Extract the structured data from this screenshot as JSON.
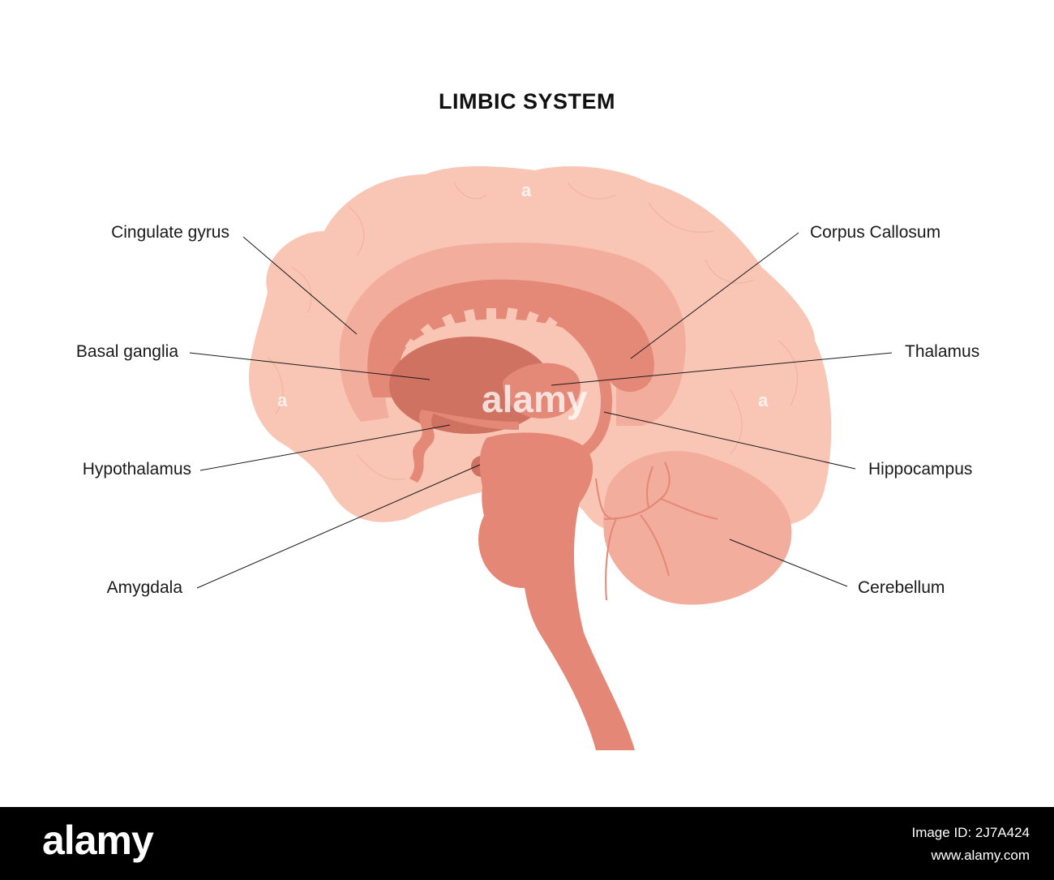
{
  "title": "LIMBIC SYSTEM",
  "labels": {
    "cingulate_gyrus": "Cingulate gyrus",
    "basal_ganglia": "Basal ganglia",
    "hypothalamus": "Hypothalamus",
    "amygdala": "Amygdala",
    "corpus_callosum": "Corpus Callosum",
    "thalamus": "Thalamus",
    "hippocampus": "Hippocampus",
    "cerebellum": "Cerebellum"
  },
  "watermark": {
    "text": "alamy",
    "small": "a"
  },
  "footer": {
    "logo": "alamy",
    "image_id_line": "Image ID: 2J7A424",
    "site": "www.alamy.com"
  },
  "colors": {
    "cortex": "#f9c6b5",
    "inner_band": "#f3ad9c",
    "limbic": "#e48977",
    "basal": "#cf7262",
    "stem": "#e48777",
    "line": "#1a1a1a"
  }
}
